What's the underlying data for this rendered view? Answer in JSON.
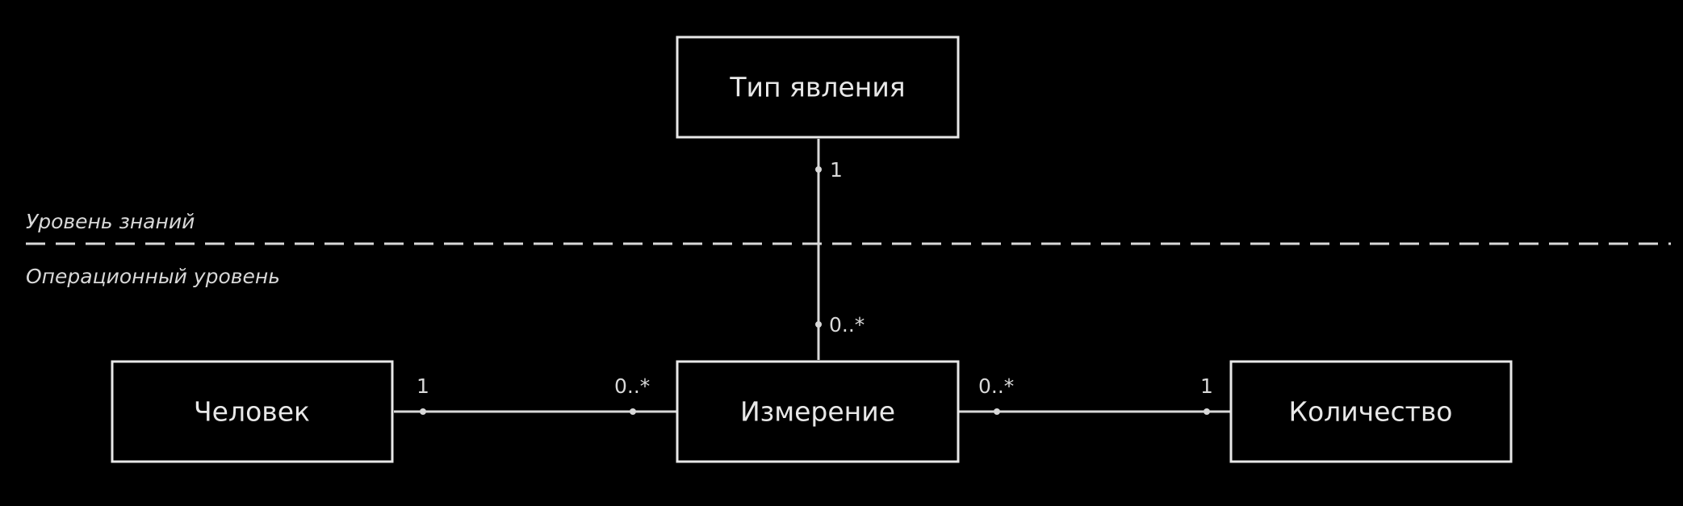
{
  "levels": {
    "knowledge": "Уровень знаний",
    "operational": "Операционный уровень"
  },
  "classes": {
    "phenomenon_type": "Тип явления",
    "person": "Человек",
    "measurement": "Измерение",
    "quantity": "Количество"
  },
  "associations": {
    "type_measurement": {
      "type_end": "1",
      "measurement_end": "0..*"
    },
    "person_measurement": {
      "person_end": "1",
      "measurement_end": "0..*"
    },
    "measurement_quantity": {
      "measurement_end": "0..*",
      "quantity_end": "1"
    }
  },
  "colors": {
    "background": "#000000",
    "stroke": "#e8e8e8",
    "text": "#e8e8e8"
  }
}
